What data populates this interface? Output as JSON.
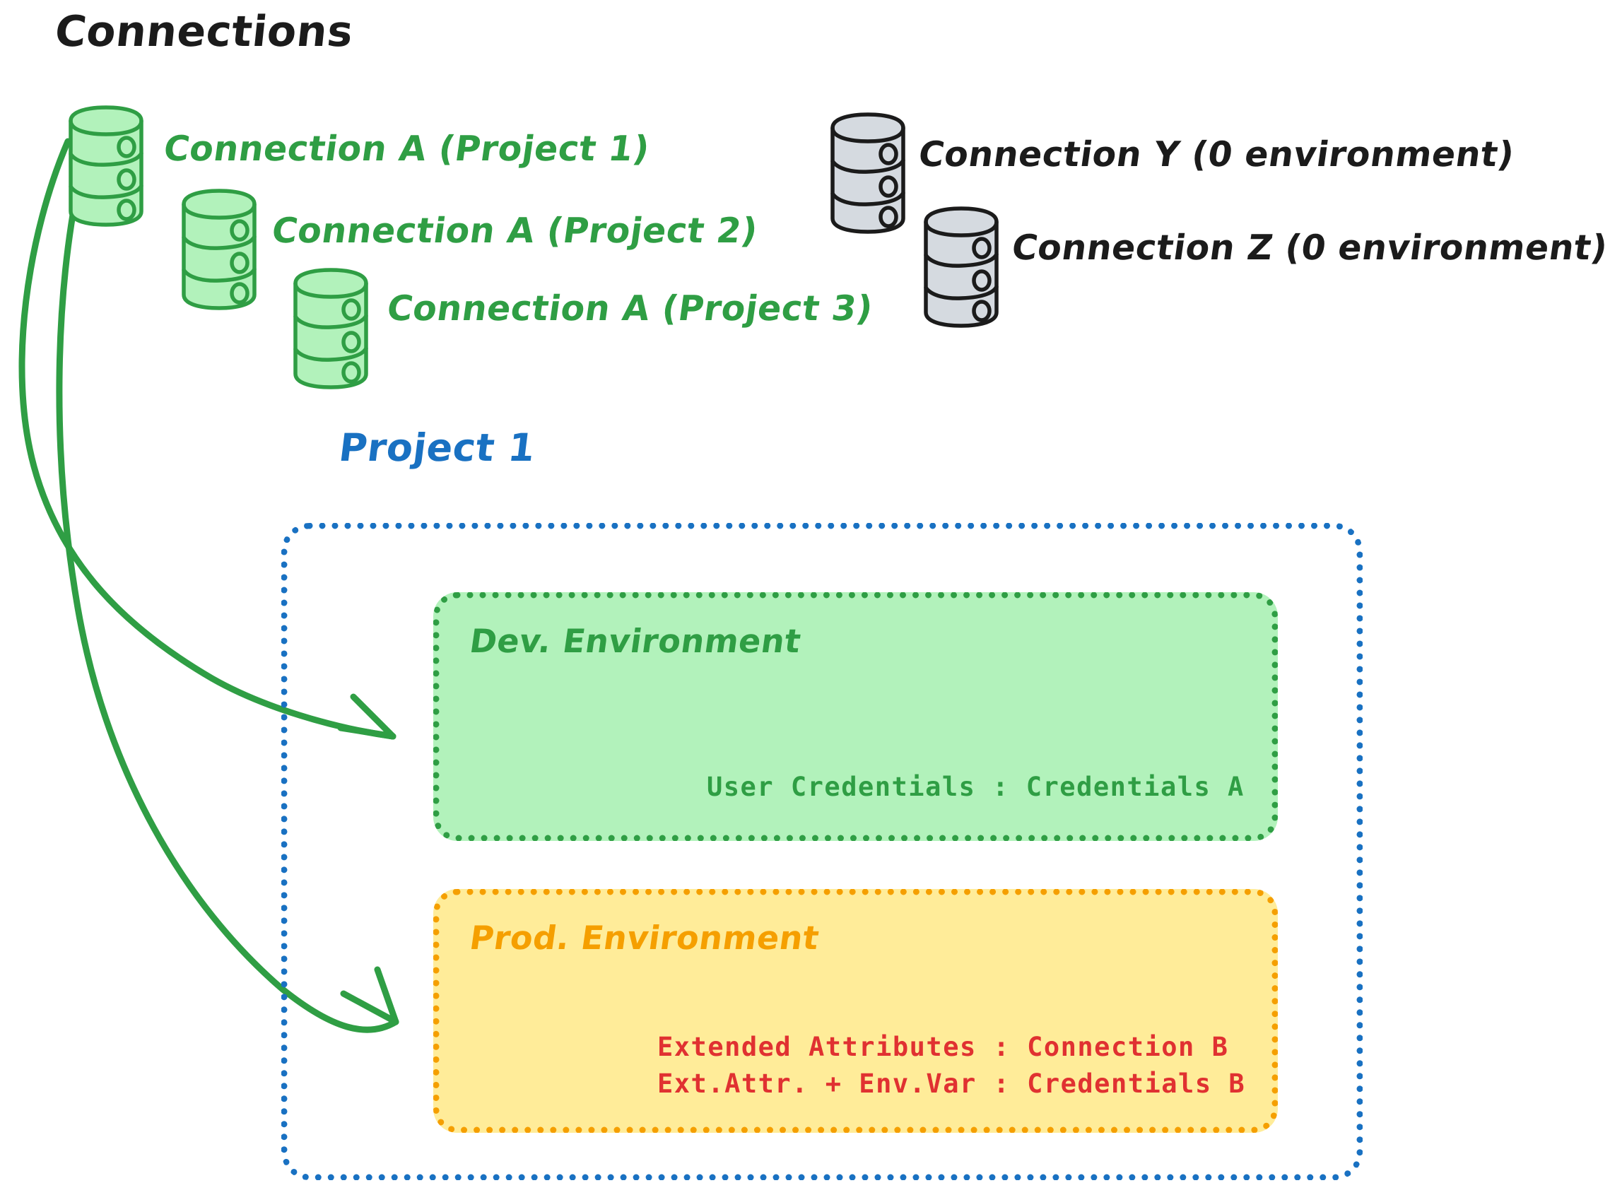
{
  "diagram": {
    "title": "Connections",
    "colors": {
      "green_stroke": "#2f9e44",
      "green_fill": "#b2f2bb",
      "gray_fill": "#d5dae0",
      "gray_stroke": "#1b1b1b",
      "blue": "#1971c2",
      "orange": "#f59f00",
      "orange_fill": "#ffec99",
      "red": "#e03131",
      "black": "#1b1b1b"
    },
    "connections_green": [
      {
        "label": "Connection A (Project 1)",
        "icon": "database-cylinder-icon"
      },
      {
        "label": "Connection A (Project 2)",
        "icon": "database-cylinder-icon"
      },
      {
        "label": "Connection A (Project 3)",
        "icon": "database-cylinder-icon"
      }
    ],
    "connections_gray": [
      {
        "label": "Connection Y (0 environment)",
        "icon": "database-cylinder-icon"
      },
      {
        "label": "Connection Z (0 environment)",
        "icon": "database-cylinder-icon"
      }
    ],
    "project": {
      "title": "Project 1",
      "environments": [
        {
          "name": "Dev. Environment",
          "lines": [
            "User Credentials : Credentials A"
          ]
        },
        {
          "name": "Prod. Environment",
          "lines": [
            "Extended Attributes : Connection B",
            "Ext.Attr. + Env.Var : Credentials B"
          ]
        }
      ]
    },
    "arrows": [
      {
        "from": "Connection A (Project 1)",
        "to": "Dev. Environment"
      },
      {
        "from": "Connection A (Project 1)",
        "to": "Prod. Environment"
      }
    ]
  }
}
